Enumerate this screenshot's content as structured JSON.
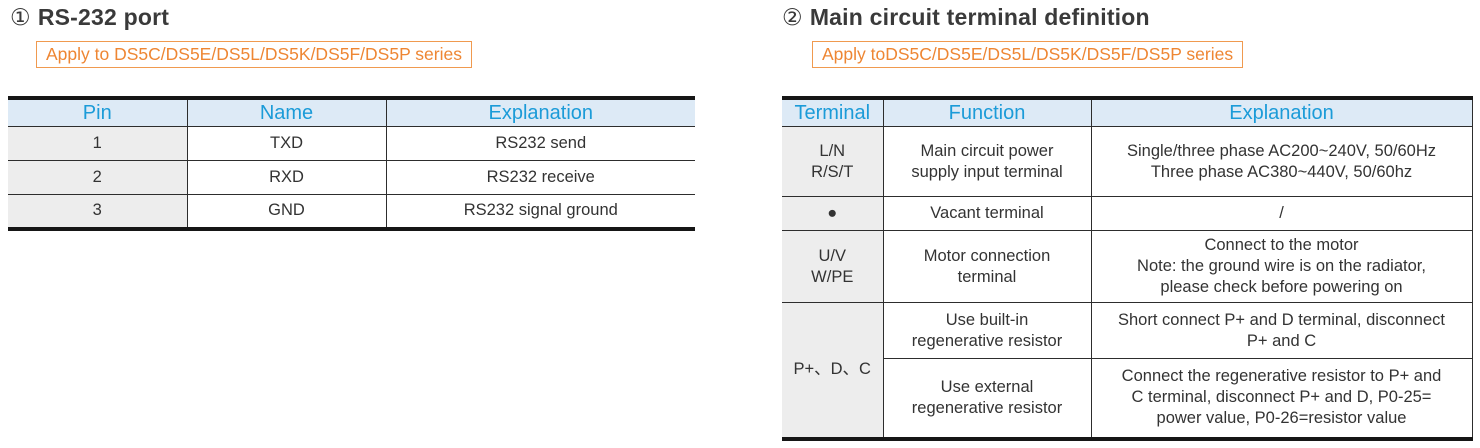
{
  "colors": {
    "accent_blue": "#1b9bd8",
    "orange_text": "#ee8633",
    "orange_border": "#f09a4f",
    "header_bg": "#ddeaf6",
    "first_col_bg": "#ededed",
    "thick_border": "#161616",
    "thin_border": "#2d2d2d"
  },
  "left_section": {
    "title_num": "①",
    "title": "RS-232 port",
    "badge": "Apply to DS5C/DS5E/DS5L/DS5K/DS5F/DS5P series",
    "table": {
      "headers": [
        "Pin",
        "Name",
        "Explanation"
      ],
      "rows": [
        [
          "1",
          "TXD",
          "RS232 send"
        ],
        [
          "2",
          "RXD",
          "RS232 receive"
        ],
        [
          "3",
          "GND",
          "RS232 signal ground"
        ]
      ]
    }
  },
  "right_section": {
    "title_num": "②",
    "title": "Main circuit terminal definition",
    "badge": "Apply toDS5C/DS5E/DS5L/DS5K/DS5F/DS5P series",
    "table": {
      "headers": [
        "Terminal",
        "Function",
        "Explanation"
      ],
      "rows": [
        {
          "terminal": "L/N\nR/S/T",
          "function": "Main circuit power\nsupply input terminal",
          "explanation": "Single/three phase AC200~240V, 50/60Hz\nThree phase AC380~440V, 50/60hz"
        },
        {
          "terminal": "●",
          "function": "Vacant terminal",
          "explanation": "/"
        },
        {
          "terminal": "U/V\nW/PE",
          "function": "Motor connection\nterminal",
          "explanation": "Connect to the motor\nNote: the ground wire is on the radiator,\nplease check before powering on"
        },
        {
          "terminal": "P+、D、C",
          "function": "Use built-in\nregenerative resistor",
          "explanation": "Short connect P+ and D terminal, disconnect\nP+ and C"
        },
        {
          "function": "Use external\nregenerative resistor",
          "explanation": "Connect the regenerative resistor to P+ and\nC terminal, disconnect P+ and D, P0-25=\npower value, P0-26=resistor value"
        }
      ]
    }
  }
}
